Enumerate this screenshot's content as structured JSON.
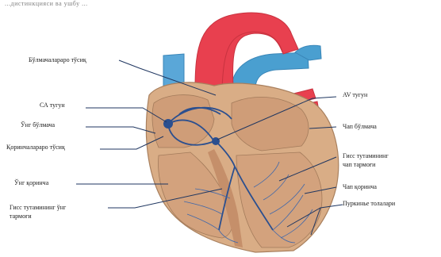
{
  "header_text": "...дистинкцияси ва ушбу ...",
  "labels": {
    "bulmacha_aroqlari": "Бўлмачалараро тўсиқ",
    "sa_tugun": "СА тугун",
    "ung_bulmacha": "Ўнг бўлмача",
    "qorinchalar_aroqli": "Қоринчалараро тўсиқ",
    "ung_qorincha": "Ўнг қоринча",
    "giss_tutamining_ung_tarmogi": [
      "Гисс тутамининг ўнг",
      "тармоғи"
    ],
    "av_tugun": "AV тугун",
    "chap_bulmacha": "Чап бўлмача",
    "giss_tutamining_chap_tarmogi": [
      "Гисс тутамининг",
      "чап тармоғи"
    ],
    "chap_qorincha": "Чап қоринча",
    "purkinye_tolalari": "Пуркинье толалари"
  },
  "colors": {
    "aorta": "#e8404f",
    "pulmonary": "#4a9fd0",
    "vena_cava": "#5aa7d8",
    "heart_outer": "#d9ad86",
    "heart_inner": "#c99872",
    "chamber": "#d3a27d",
    "conduction": "#2b4f8f",
    "leader": "#1f3660"
  }
}
